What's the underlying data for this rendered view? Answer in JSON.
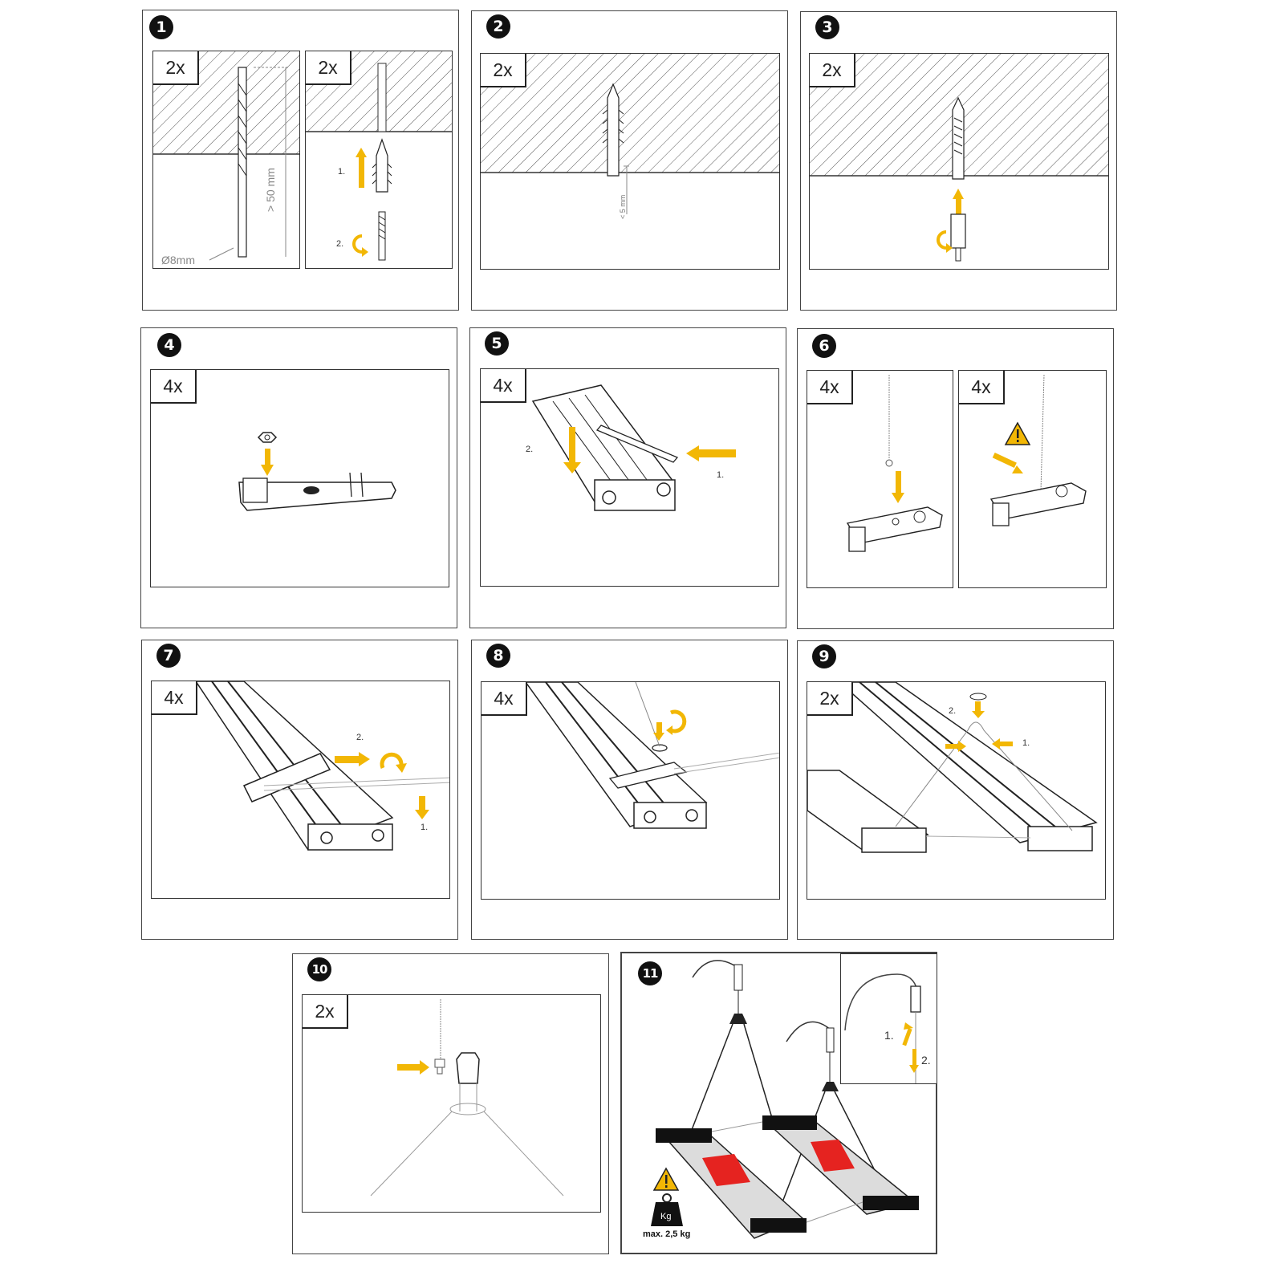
{
  "colors": {
    "arrow": "#f2b705",
    "warning": "#f2b705",
    "brand": "#e52320",
    "line": "#333333",
    "hatch": "#555555"
  },
  "steps": [
    {
      "number": "1",
      "quantities": [
        "2x",
        "2x"
      ],
      "labels": {
        "diameter": "Ø8mm",
        "depth": "> 50 mm",
        "sub1": "1.",
        "sub2": "2."
      }
    },
    {
      "number": "2",
      "quantities": [
        "2x"
      ],
      "labels": {
        "gap": "< 5 mm"
      }
    },
    {
      "number": "3",
      "quantities": [
        "2x"
      ]
    },
    {
      "number": "4",
      "quantities": [
        "4x"
      ]
    },
    {
      "number": "5",
      "quantities": [
        "4x"
      ],
      "labels": {
        "sub1": "1.",
        "sub2": "2."
      }
    },
    {
      "number": "6",
      "quantities": [
        "4x",
        "4x"
      ],
      "icons": [
        "warning-icon"
      ]
    },
    {
      "number": "7",
      "quantities": [
        "4x"
      ],
      "labels": {
        "sub1": "1.",
        "sub2": "2."
      }
    },
    {
      "number": "8",
      "quantities": [
        "4x"
      ]
    },
    {
      "number": "9",
      "quantities": [
        "2x"
      ],
      "labels": {
        "sub1": "1.",
        "sub2": "2."
      }
    },
    {
      "number": "10",
      "quantities": [
        "2x"
      ]
    },
    {
      "number": "11",
      "labels": {
        "sub1": "1.",
        "sub2": "2.",
        "weight_unit": "Kg",
        "max_load": "max. 2,5 kg"
      },
      "icons": [
        "warning-icon",
        "weight-icon"
      ]
    }
  ]
}
